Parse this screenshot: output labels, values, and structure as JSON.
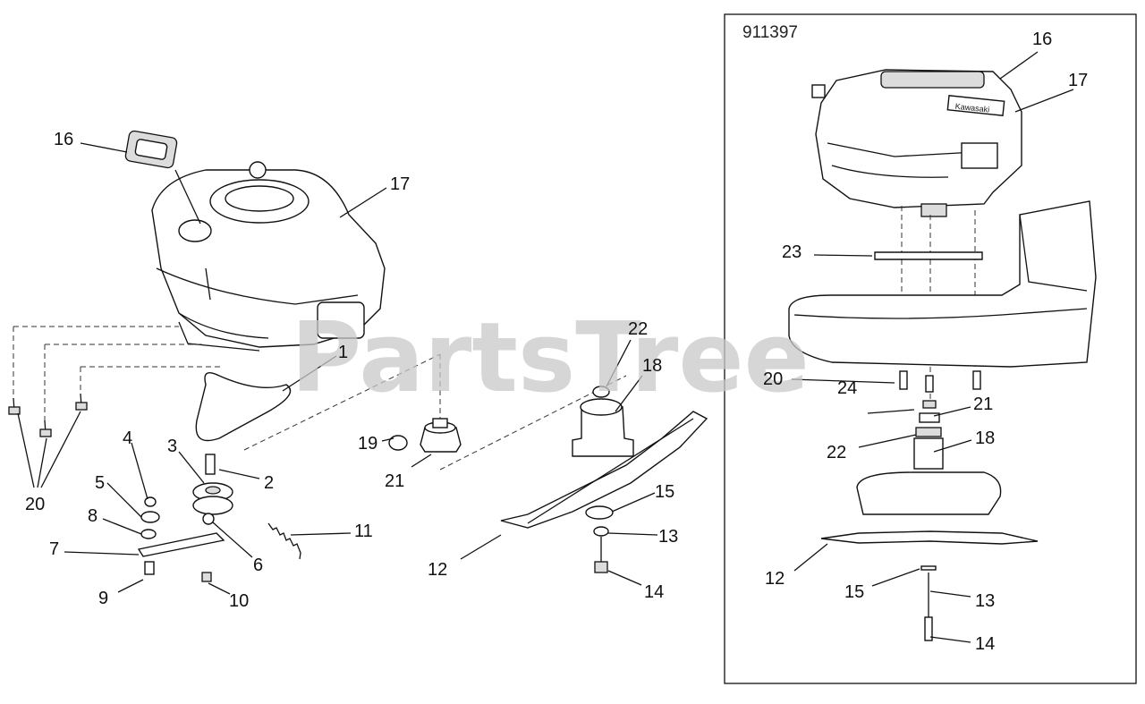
{
  "diagram": {
    "number": "911397",
    "watermark": "PartsTree",
    "left_callouts": [
      {
        "id": "l16",
        "text": "16"
      },
      {
        "id": "l17",
        "text": "17"
      },
      {
        "id": "l1",
        "text": "1"
      },
      {
        "id": "l22",
        "text": "22"
      },
      {
        "id": "l18",
        "text": "18"
      },
      {
        "id": "l19",
        "text": "19"
      },
      {
        "id": "l21",
        "text": "21"
      },
      {
        "id": "l20",
        "text": "20"
      },
      {
        "id": "l4",
        "text": "4"
      },
      {
        "id": "l3",
        "text": "3"
      },
      {
        "id": "l2",
        "text": "2"
      },
      {
        "id": "l5",
        "text": "5"
      },
      {
        "id": "l8",
        "text": "8"
      },
      {
        "id": "l7",
        "text": "7"
      },
      {
        "id": "l6",
        "text": "6"
      },
      {
        "id": "l11",
        "text": "11"
      },
      {
        "id": "l9",
        "text": "9"
      },
      {
        "id": "l10",
        "text": "10"
      },
      {
        "id": "l15",
        "text": "15"
      },
      {
        "id": "l13",
        "text": "13"
      },
      {
        "id": "l12",
        "text": "12"
      },
      {
        "id": "l14",
        "text": "14"
      }
    ],
    "right_callouts": [
      {
        "id": "r16",
        "text": "16"
      },
      {
        "id": "r17",
        "text": "17"
      },
      {
        "id": "r23",
        "text": "23"
      },
      {
        "id": "r20",
        "text": "20"
      },
      {
        "id": "r24",
        "text": "24"
      },
      {
        "id": "r21",
        "text": "21"
      },
      {
        "id": "r22",
        "text": "22"
      },
      {
        "id": "r18",
        "text": "18"
      },
      {
        "id": "r12",
        "text": "12"
      },
      {
        "id": "r15",
        "text": "15"
      },
      {
        "id": "r13",
        "text": "13"
      },
      {
        "id": "r14",
        "text": "14"
      }
    ],
    "engine_brand": "Kawasaki"
  }
}
